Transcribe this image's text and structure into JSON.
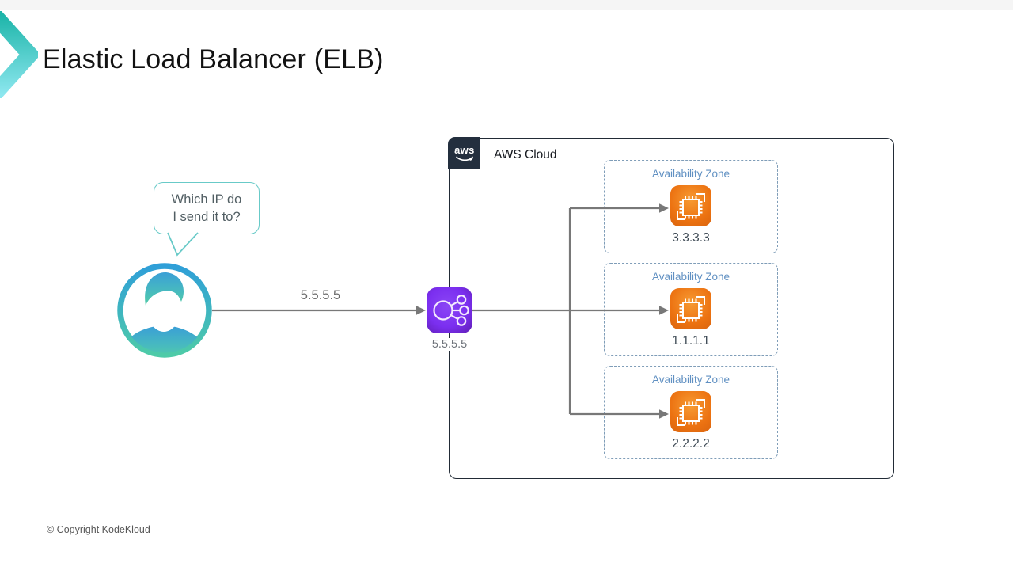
{
  "title": "Elastic Load Balancer (ELB)",
  "speech_bubble": {
    "line1": "Which IP do",
    "line2": "I send it to?"
  },
  "request_arrow": {
    "ip_label": "5.5.5.5"
  },
  "elb": {
    "ip": "5.5.5.5"
  },
  "aws_cloud": {
    "logo_text": "aws",
    "label": "AWS Cloud"
  },
  "availability_zones": [
    {
      "label": "Availability Zone",
      "ip": "3.3.3.3"
    },
    {
      "label": "Availability Zone",
      "ip": "1.1.1.1"
    },
    {
      "label": "Availability Zone",
      "ip": "2.2.2.2"
    }
  ],
  "footer": {
    "copyright": "© Copyright KodeKloud"
  },
  "colors": {
    "brand_teal": "#1db5a9",
    "bubble_border": "#68cac8",
    "avatar_blue": "#35a3da",
    "avatar_green": "#4ecba8",
    "elb_purple": "#7b2ff0",
    "ec2_orange": "#ec7211",
    "az_blue": "#6090c2",
    "az_border": "#7f9db8",
    "aws_navy": "#232f3e",
    "arrow_gray": "#787878"
  }
}
